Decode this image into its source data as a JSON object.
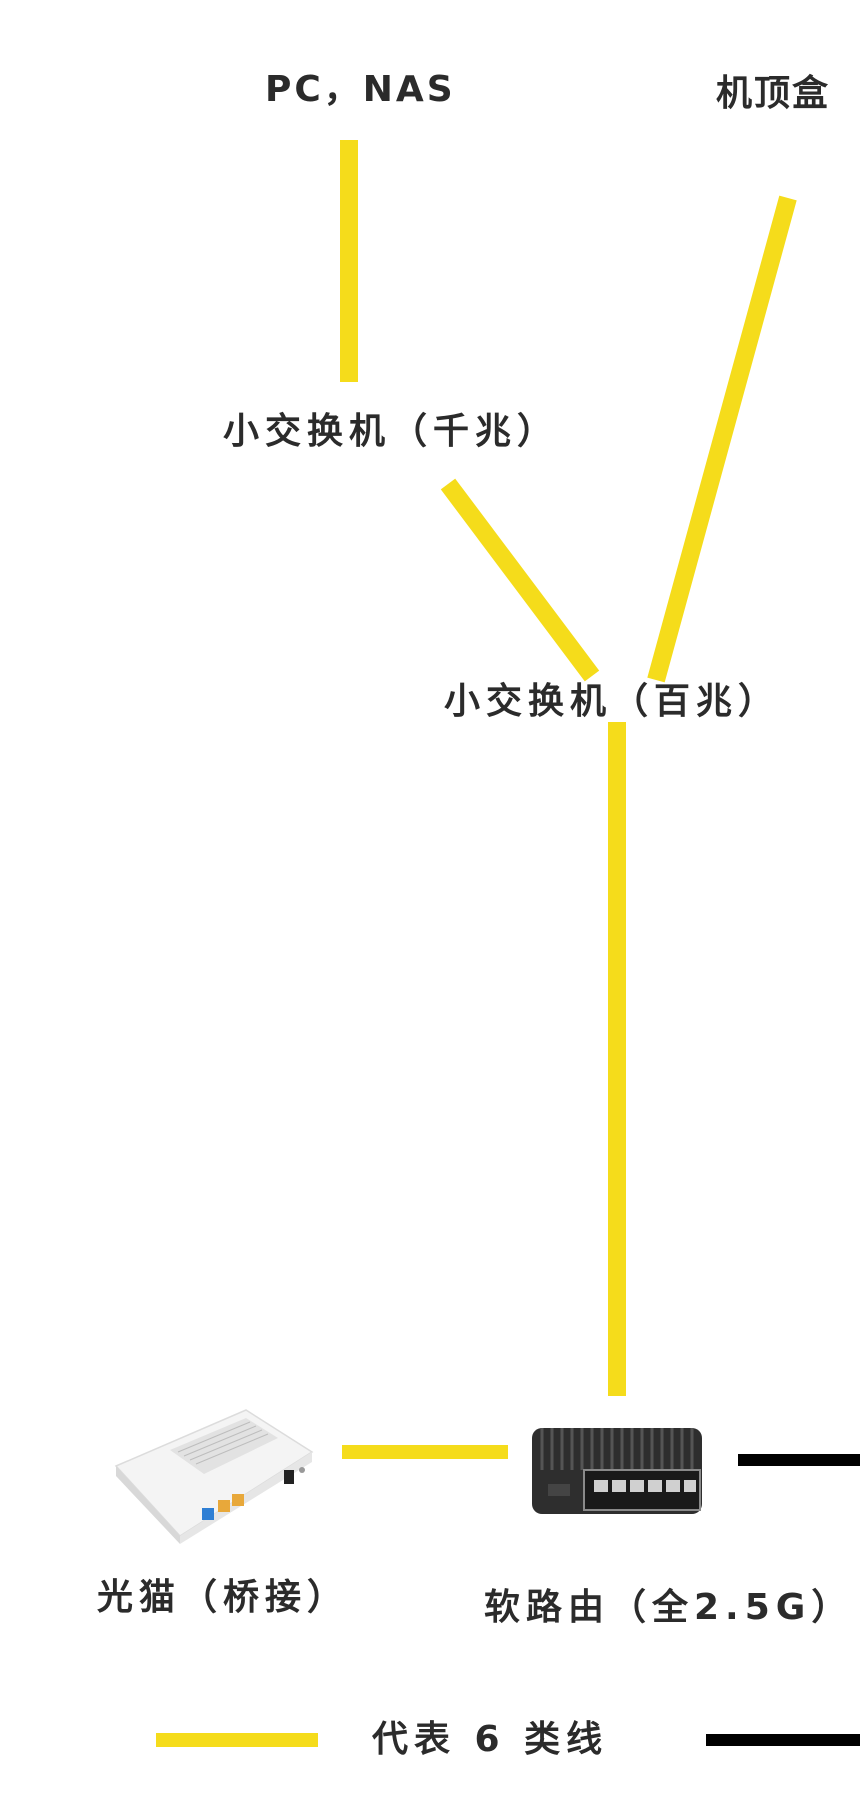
{
  "colors": {
    "cat6_line": "#f5dc1b",
    "other_line": "#000000",
    "label_text": "#2b2b2b"
  },
  "nodes": {
    "pc_nas": {
      "label": "PC，NAS"
    },
    "set_top_box": {
      "label": "机顶盒"
    },
    "gigabit_switch": {
      "label": "小交换机（千兆）"
    },
    "fast_switch": {
      "label": "小交换机（百兆）"
    },
    "optical_modem": {
      "label": "光猫（桥接）",
      "icon": "optical-modem-icon"
    },
    "soft_router": {
      "label": "软路由（全2.5G）",
      "icon": "soft-router-icon"
    }
  },
  "links": [
    {
      "from": "pc_nas",
      "to": "gigabit_switch",
      "type": "cat6"
    },
    {
      "from": "gigabit_switch",
      "to": "fast_switch",
      "type": "cat6"
    },
    {
      "from": "set_top_box",
      "to": "fast_switch",
      "type": "cat6"
    },
    {
      "from": "fast_switch",
      "to": "soft_router",
      "type": "cat6"
    },
    {
      "from": "optical_modem",
      "to": "soft_router",
      "type": "cat6"
    },
    {
      "from": "soft_router",
      "to": null,
      "type": "other"
    }
  ],
  "legend": {
    "yellow_label": "代表 6 类线"
  }
}
